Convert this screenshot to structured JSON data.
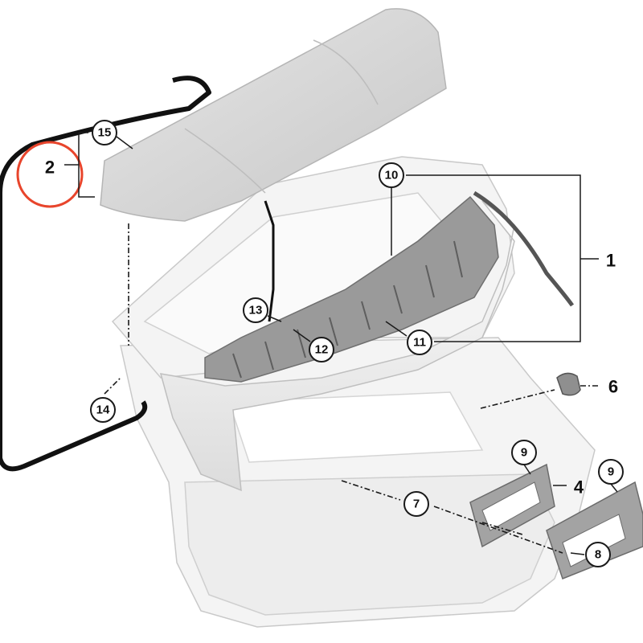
{
  "colors": {
    "highlight_ring": "#e8452c",
    "line": "#1a1a1a",
    "seal": "#111111",
    "spoiler": "#d9d9d9",
    "bracket": "#8a8a8a",
    "gate": "#f2f2f2"
  },
  "labels": {
    "part_1": "1",
    "part_2": "2",
    "part_4": "4",
    "part_6": "6",
    "part_7": "7",
    "part_8": "8",
    "part_9a": "9",
    "part_9b": "9",
    "part_10": "10",
    "part_11": "11",
    "part_12": "12",
    "part_13": "13",
    "part_14": "14",
    "part_15": "15"
  }
}
